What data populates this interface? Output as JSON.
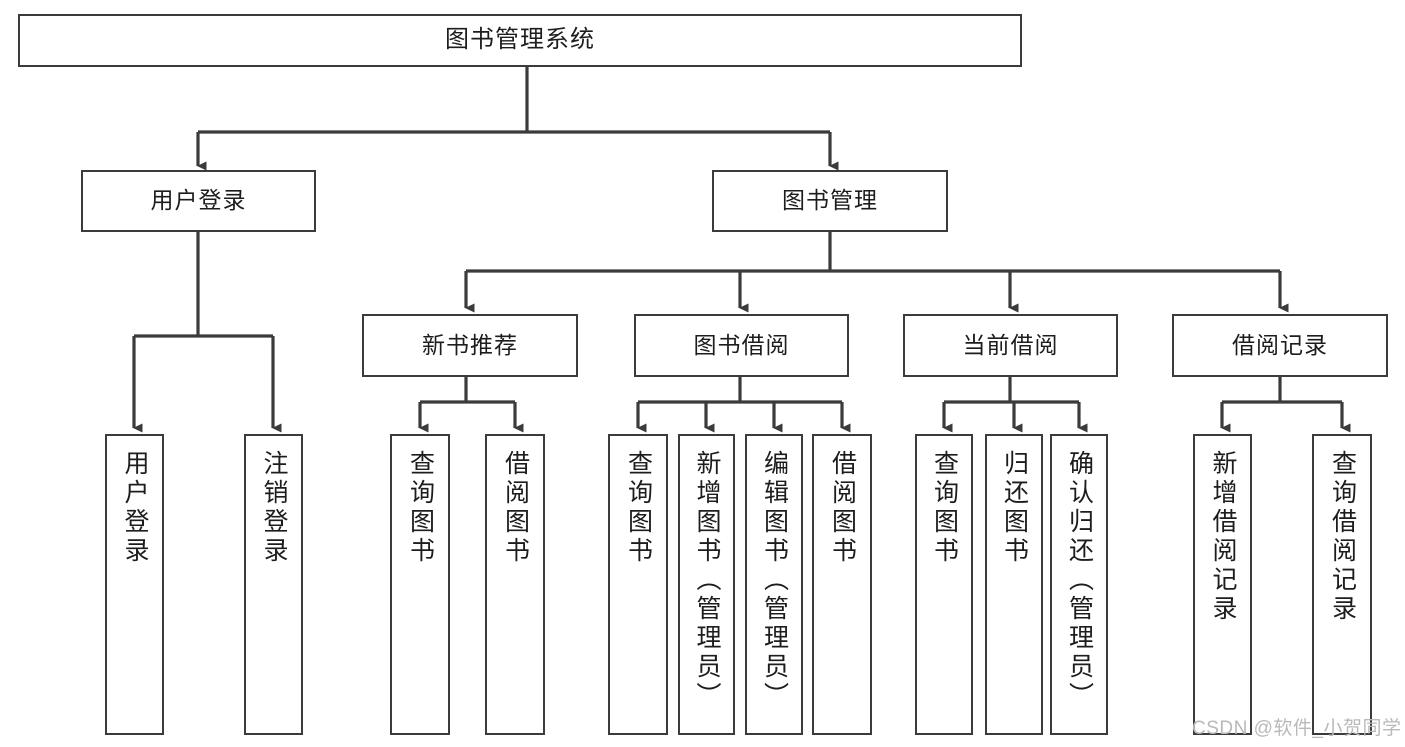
{
  "diagram": {
    "title": "图书管理系统",
    "type": "tree-hierarchy-diagram",
    "root": {
      "id": "root",
      "label": "图书管理系统"
    },
    "level2": [
      {
        "id": "user-login",
        "label": "用户登录"
      },
      {
        "id": "book-management",
        "label": "图书管理"
      }
    ],
    "level3": [
      {
        "id": "new-book-recommend",
        "label": "新书推荐"
      },
      {
        "id": "book-borrow",
        "label": "图书借阅"
      },
      {
        "id": "current-borrow",
        "label": "当前借阅"
      },
      {
        "id": "borrow-record",
        "label": "借阅记录"
      }
    ],
    "leaves": [
      {
        "id": "leaf-user-login",
        "label": "用户登录",
        "parent": "user-login"
      },
      {
        "id": "leaf-logout-login",
        "label": "注销登录",
        "parent": "user-login"
      },
      {
        "id": "leaf-query-book-1",
        "label": "查询图书",
        "parent": "new-book-recommend"
      },
      {
        "id": "leaf-borrow-book-1",
        "label": "借阅图书",
        "parent": "new-book-recommend"
      },
      {
        "id": "leaf-query-book-2",
        "label": "查询图书",
        "parent": "book-borrow"
      },
      {
        "id": "leaf-add-book-admin",
        "label": "新增图书（管理员）",
        "parent": "book-borrow"
      },
      {
        "id": "leaf-edit-book-admin",
        "label": "编辑图书（管理员）",
        "parent": "book-borrow"
      },
      {
        "id": "leaf-borrow-book-2",
        "label": "借阅图书",
        "parent": "book-borrow"
      },
      {
        "id": "leaf-query-book-3",
        "label": "查询图书",
        "parent": "current-borrow"
      },
      {
        "id": "leaf-return-book",
        "label": "归还图书",
        "parent": "current-borrow"
      },
      {
        "id": "leaf-confirm-return-admin",
        "label": "确认归还（管理员）",
        "parent": "current-borrow"
      },
      {
        "id": "leaf-add-borrow-record",
        "label": "新增借阅记录",
        "parent": "borrow-record"
      },
      {
        "id": "leaf-query-borrow-record",
        "label": "查询借阅记录",
        "parent": "borrow-record"
      }
    ]
  },
  "watermark": {
    "text": "CSDN @软件_小贺同学"
  },
  "colors": {
    "box_border": "#3b3b3b",
    "box_fill": "#ffffff",
    "edge": "#3b3b3b",
    "text": "#1d1d1d",
    "watermark": "#b9b9b9",
    "background": "#ffffff"
  }
}
